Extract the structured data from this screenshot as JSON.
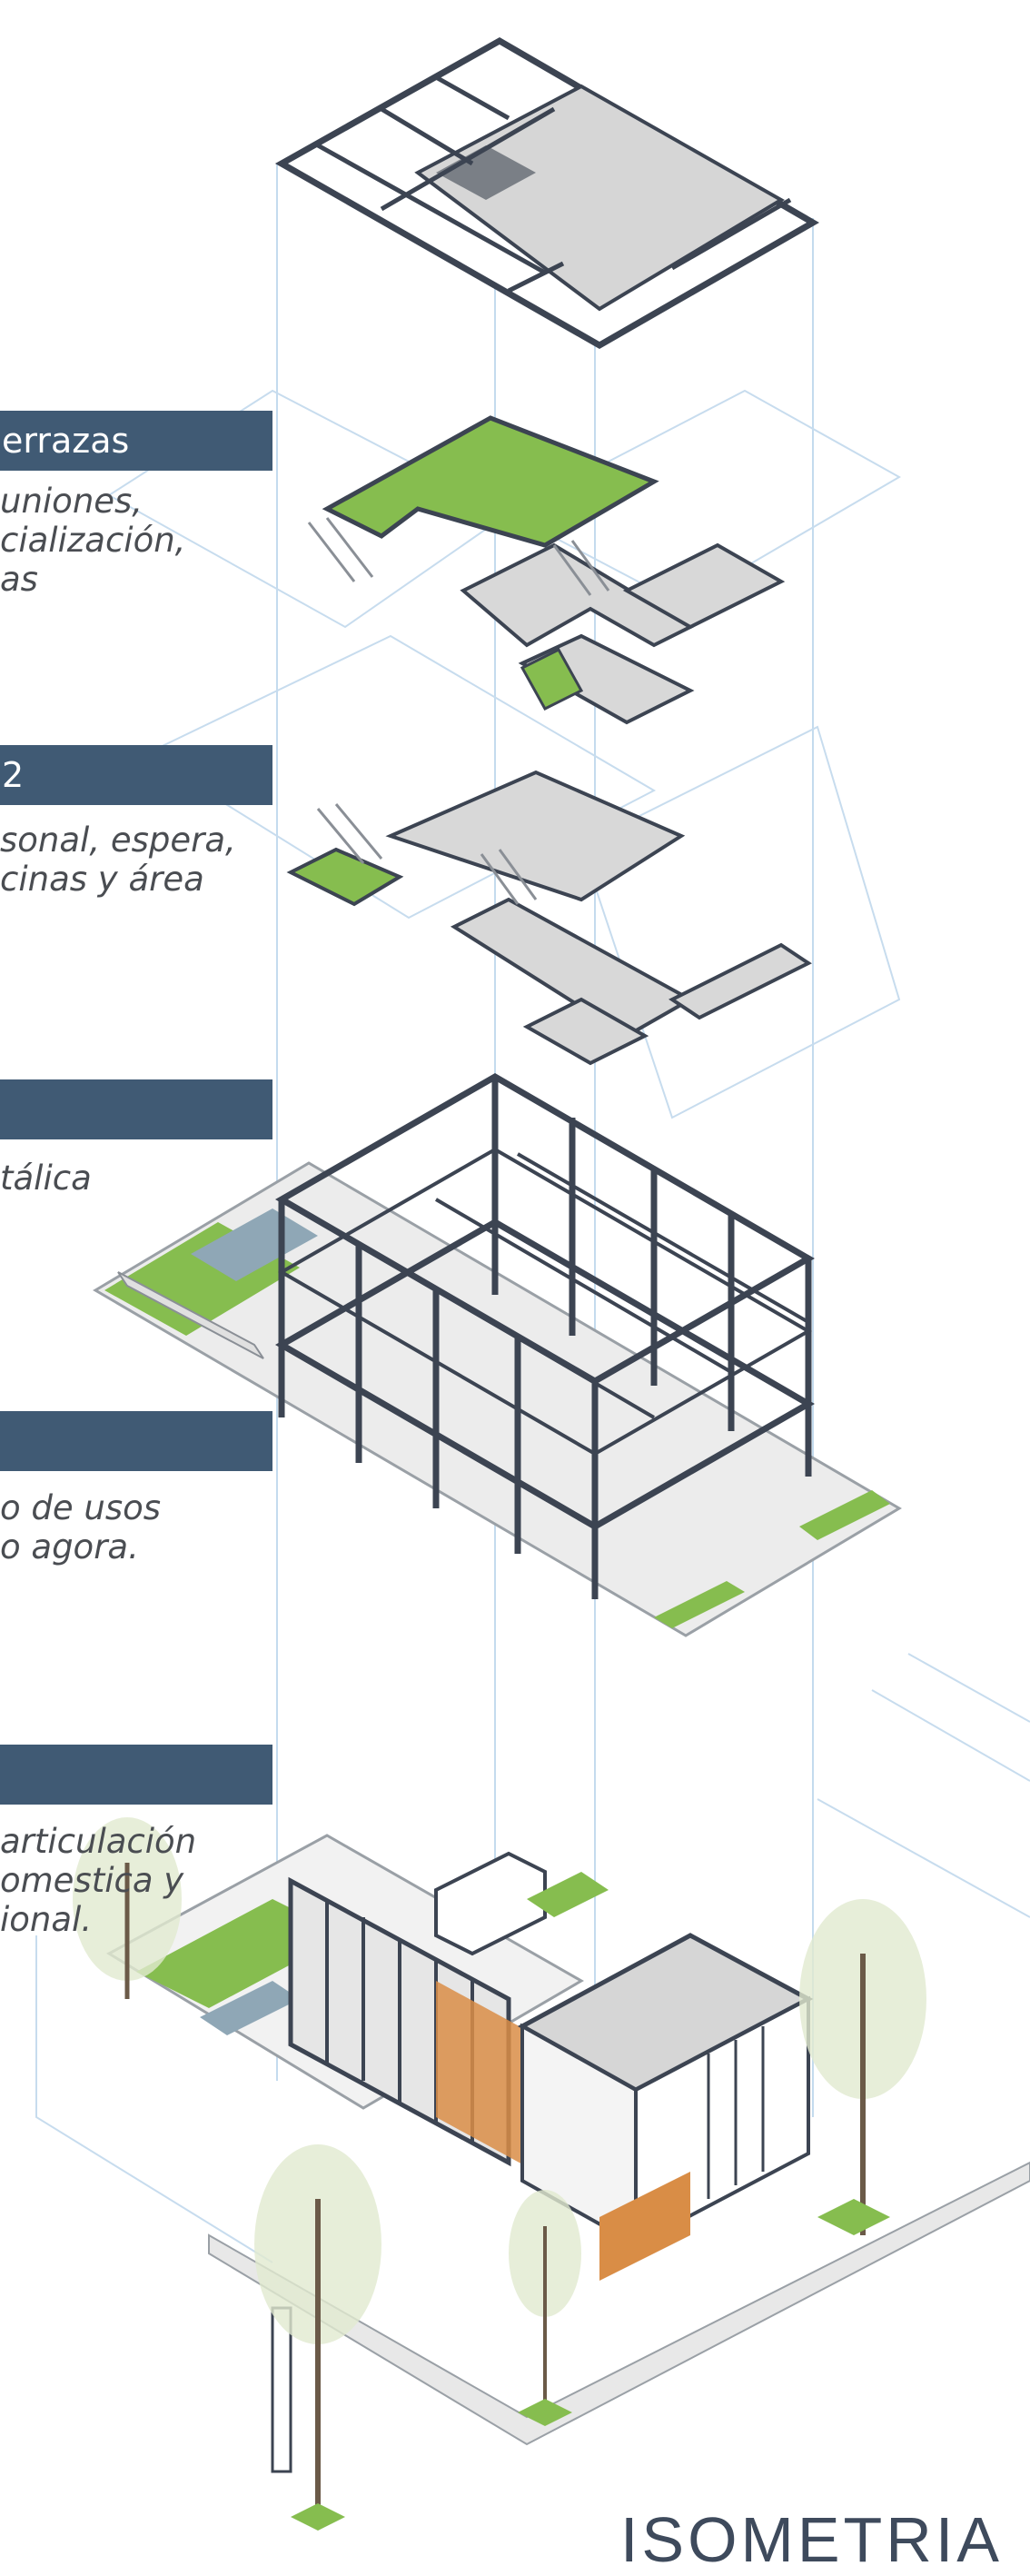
{
  "labels": [
    {
      "heading": "errazas",
      "text": "uniones,\ncialización,\nas"
    },
    {
      "heading": "2",
      "text": "sonal, espera,\ncinas y área"
    },
    {
      "heading": "",
      "text": "tálica"
    },
    {
      "heading": "",
      "text": "o de usos\no agora."
    },
    {
      "heading": "",
      "text": "articulación\nomestica y\nional."
    }
  ],
  "title": "ISOMETRIA",
  "colors": {
    "banner": "#405a74",
    "text": "#4a4d52",
    "structure": "#3c4452",
    "green_roof": "#86bd4f",
    "concrete": "#d8d8d8",
    "wood_panel": "#d98d46",
    "guide_line": "#b9d3e8"
  }
}
